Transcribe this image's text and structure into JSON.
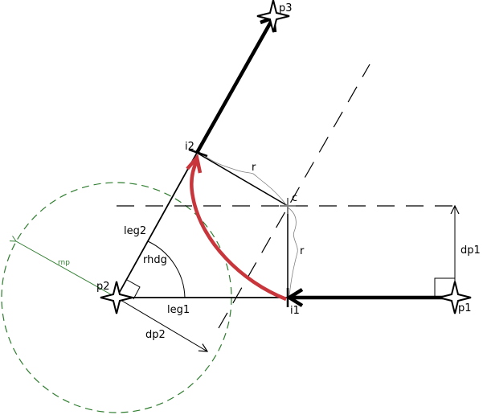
{
  "labels": {
    "p1": "p1",
    "p2": "p2",
    "p3": "p3",
    "i1": "i1",
    "i2": "i2",
    "c": "c",
    "r_top": "r",
    "r_right": "r",
    "leg1": "leg1",
    "leg2": "leg2",
    "rhdg": "rhdg",
    "dp1": "dp1",
    "dp2": "dp2",
    "rnp": "rnp"
  },
  "colors": {
    "line": "#000000",
    "turn_arc": "#c8363c",
    "rnp_circle": "#2e7d2e",
    "center_mark": "#808080",
    "brace": "#808080"
  },
  "icons": {
    "waypoint": "four-point-star-icon"
  }
}
